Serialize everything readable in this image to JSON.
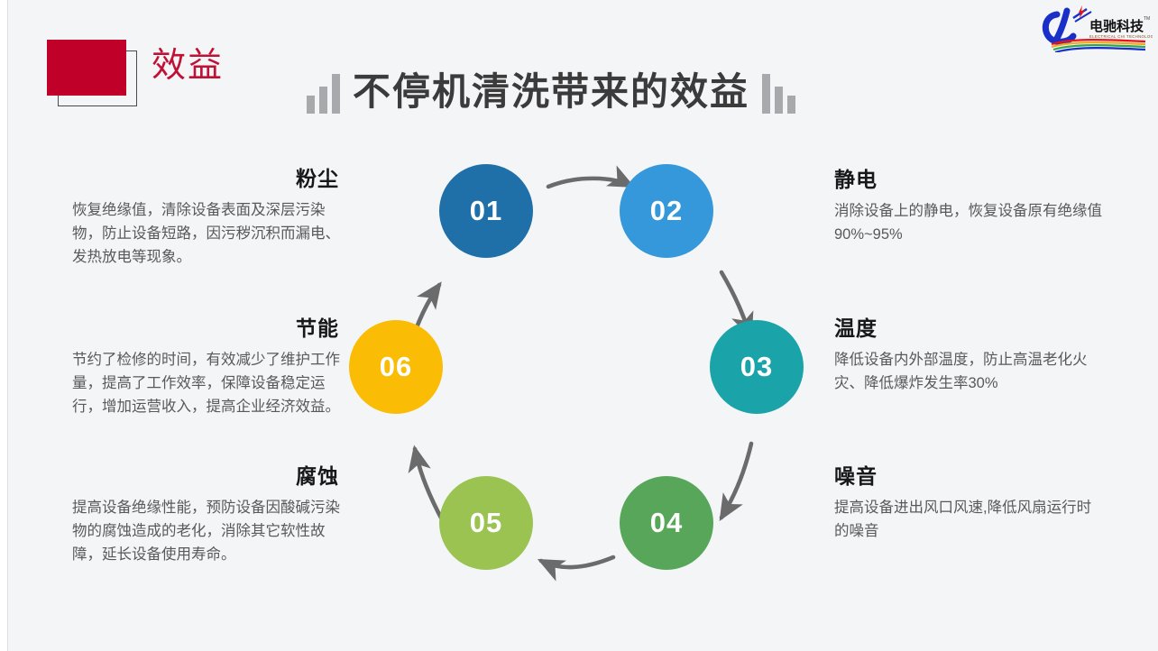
{
  "page": {
    "background": "#f4f5f7",
    "kicker_label": "效益",
    "kicker_color": "#c01035",
    "kicker_square_color": "#c00028",
    "title": "不停机清洗带来的效益",
    "title_color": "#3b3b3b",
    "decor_bar_color": "#a7a9ac"
  },
  "logo": {
    "name": "电驰科技",
    "subtitle": "ELECTRICAL CHI TECHNOLOGY",
    "trademark": "TM"
  },
  "diagram": {
    "type": "cycle",
    "arrow_color": "#6b6b6b",
    "nodes": [
      {
        "id": "01",
        "label": "01",
        "color": "#1f6fa8"
      },
      {
        "id": "02",
        "label": "02",
        "color": "#3498db"
      },
      {
        "id": "03",
        "label": "03",
        "color": "#1aa3a8"
      },
      {
        "id": "04",
        "label": "04",
        "color": "#57a65a"
      },
      {
        "id": "05",
        "label": "05",
        "color": "#9ac352"
      },
      {
        "id": "06",
        "label": "06",
        "color": "#fbbc05"
      }
    ]
  },
  "benefits": {
    "dust": {
      "heading": "粉尘",
      "body": "恢复绝缘值，清除设备表面及深层污染物，防止设备短路，因污秽沉积而漏电、发热放电等现象。"
    },
    "energy": {
      "heading": "节能",
      "body": "节约了检修的时间，有效减少了维护工作量，提高了工作效率，保障设备稳定运行，增加运营收入，提高企业经济效益。"
    },
    "corrosion": {
      "heading": "腐蚀",
      "body": "提高设备绝缘性能，预防设备因酸碱污染物的腐蚀造成的老化，消除其它软性故障，延长设备使用寿命。"
    },
    "static": {
      "heading": "静电",
      "body": "消除设备上的静电，恢复设备原有绝缘值90%~95%"
    },
    "temperature": {
      "heading": "温度",
      "body": "降低设备内外部温度，防止高温老化火灾、降低爆炸发生率30%"
    },
    "noise": {
      "heading": "噪音",
      "body": "提高设备进出风口风速,降低风扇运行时的噪音"
    }
  }
}
